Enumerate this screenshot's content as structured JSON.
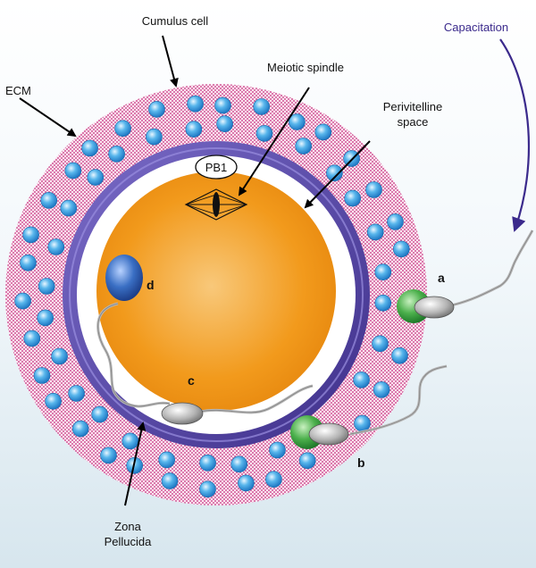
{
  "labels": {
    "cumulus_cell": "Cumulus cell",
    "meiotic_spindle": "Meiotic spindle",
    "ecm": "ECM",
    "perivitelline_line1": "Perivitelline",
    "perivitelline_line2": "space",
    "capacitation": "Capacitation",
    "pb1": "PB1",
    "zona_line1": "Zona",
    "zona_line2": "Pellucida",
    "sperm_a": "a",
    "sperm_b": "b",
    "sperm_c": "c",
    "sperm_d": "d"
  },
  "colors": {
    "oocyte": "#f29a1c",
    "oocyte_highlight": "#f8c87a",
    "zona_pellucida": "#5a4aa8",
    "perivitelline_space": "#ffffff",
    "cumulus_matrix_dots": "#c4307e",
    "cumulus_cell": "#4aa6e0",
    "capacitation_arrow": "#3b2a8c",
    "acrosome_green": "#4cb04c",
    "acrosome_blue": "#3a6fc4",
    "sperm_head": "#a8a8a8"
  }
}
